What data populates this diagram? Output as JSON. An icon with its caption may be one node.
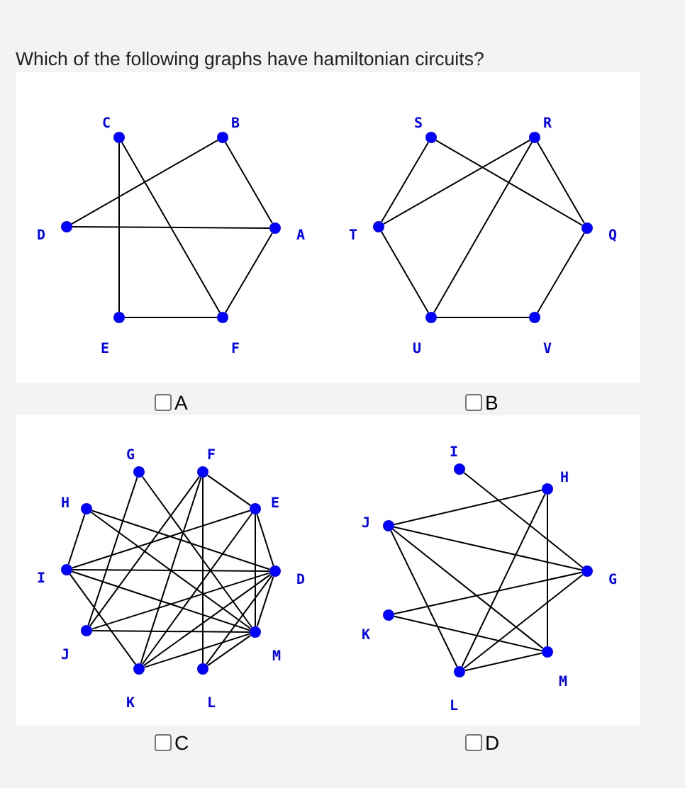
{
  "diagram": {
    "title": "Which of the following graphs have hamiltonian circuits?",
    "nodes": [
      {
        "text": [],
        "shape": "circle",
        "beside": [
          "C"
        ]
      },
      {
        "text": [],
        "shape": "circle",
        "beside": [
          "B"
        ]
      },
      {
        "text": [],
        "shape": "circle",
        "beside": [
          "D"
        ]
      },
      {
        "text": [],
        "shape": "circle",
        "beside": [
          "A"
        ]
      },
      {
        "text": [],
        "shape": "circle",
        "beside": [
          "E"
        ]
      },
      {
        "text": [],
        "shape": "circle",
        "beside": [
          "F"
        ]
      },
      {
        "text": [],
        "shape": "circle",
        "beside": [
          "S"
        ]
      },
      {
        "text": [],
        "shape": "circle",
        "beside": [
          "R"
        ]
      },
      {
        "text": [],
        "shape": "circle",
        "beside": [
          "T"
        ]
      },
      {
        "text": [],
        "shape": "circle",
        "beside": [
          "Q"
        ]
      },
      {
        "text": [],
        "shape": "circle",
        "beside": [
          "U"
        ]
      },
      {
        "text": [],
        "shape": "circle",
        "beside": [
          "V"
        ]
      },
      {
        "text": [],
        "shape": "circle",
        "beside": [
          "G"
        ]
      },
      {
        "text": [],
        "shape": "circle",
        "beside": [
          "F"
        ]
      },
      {
        "text": [],
        "shape": "circle",
        "beside": [
          "H"
        ]
      },
      {
        "text": [],
        "shape": "circle",
        "beside": [
          "E"
        ]
      },
      {
        "text": [],
        "shape": "circle",
        "beside": [
          "I"
        ]
      },
      {
        "text": [],
        "shape": "circle",
        "beside": [
          "D"
        ]
      },
      {
        "text": [],
        "shape": "circle",
        "beside": [
          "J"
        ]
      },
      {
        "text": [],
        "shape": "circle",
        "beside": [
          "M"
        ]
      },
      {
        "text": [],
        "shape": "circle",
        "beside": [
          "K"
        ]
      },
      {
        "text": [],
        "shape": "circle",
        "beside": [
          "L"
        ]
      },
      {
        "text": [],
        "shape": "circle",
        "beside": [
          "I"
        ]
      },
      {
        "text": [],
        "shape": "circle",
        "beside": [
          "H"
        ]
      },
      {
        "text": [],
        "shape": "circle",
        "beside": [
          "J"
        ]
      },
      {
        "text": [],
        "shape": "circle",
        "beside": [
          "G"
        ]
      },
      {
        "text": [],
        "shape": "circle",
        "beside": [
          "K"
        ]
      },
      {
        "text": [],
        "shape": "circle",
        "beside": [
          "M"
        ]
      },
      {
        "text": [],
        "shape": "circle",
        "beside": [
          "L"
        ]
      }
    ],
    "edges": [
      {
        "from": 0,
        "to": 4,
        "arrow": "none"
      },
      {
        "from": 0,
        "to": 5,
        "arrow": "none"
      },
      {
        "from": 1,
        "to": 2,
        "arrow": "none"
      },
      {
        "from": 1,
        "to": 3,
        "arrow": "none"
      },
      {
        "from": 2,
        "to": 3,
        "arrow": "none"
      },
      {
        "from": 3,
        "to": 5,
        "arrow": "none"
      },
      {
        "from": 4,
        "to": 5,
        "arrow": "none"
      },
      {
        "from": 6,
        "to": 8,
        "arrow": "none"
      },
      {
        "from": 6,
        "to": 9,
        "arrow": "none"
      },
      {
        "from": 7,
        "to": 8,
        "arrow": "none"
      },
      {
        "from": 7,
        "to": 10,
        "arrow": "none"
      },
      {
        "from": 7,
        "to": 9,
        "arrow": "none"
      },
      {
        "from": 8,
        "to": 10,
        "arrow": "none"
      },
      {
        "from": 10,
        "to": 11,
        "arrow": "none"
      },
      {
        "from": 11,
        "to": 9,
        "arrow": "none"
      },
      {
        "from": 12,
        "to": 18,
        "arrow": "none"
      },
      {
        "from": 12,
        "to": 19,
        "arrow": "none"
      },
      {
        "from": 13,
        "to": 15,
        "arrow": "none"
      },
      {
        "from": 13,
        "to": 21,
        "arrow": "none"
      },
      {
        "from": 13,
        "to": 18,
        "arrow": "none"
      },
      {
        "from": 13,
        "to": 20,
        "arrow": "none"
      },
      {
        "from": 14,
        "to": 16,
        "arrow": "none"
      },
      {
        "from": 14,
        "to": 17,
        "arrow": "none"
      },
      {
        "from": 14,
        "to": 19,
        "arrow": "none"
      },
      {
        "from": 15,
        "to": 17,
        "arrow": "none"
      },
      {
        "from": 15,
        "to": 19,
        "arrow": "none"
      },
      {
        "from": 15,
        "to": 16,
        "arrow": "none"
      },
      {
        "from": 15,
        "to": 20,
        "arrow": "none"
      },
      {
        "from": 16,
        "to": 17,
        "arrow": "none"
      },
      {
        "from": 16,
        "to": 20,
        "arrow": "none"
      },
      {
        "from": 16,
        "to": 19,
        "arrow": "none"
      },
      {
        "from": 17,
        "to": 19,
        "arrow": "none"
      },
      {
        "from": 17,
        "to": 18,
        "arrow": "none"
      },
      {
        "from": 17,
        "to": 20,
        "arrow": "none"
      },
      {
        "from": 17,
        "to": 21,
        "arrow": "none"
      },
      {
        "from": 18,
        "to": 19,
        "arrow": "none"
      },
      {
        "from": 19,
        "to": 20,
        "arrow": "none"
      },
      {
        "from": 19,
        "to": 21,
        "arrow": "none"
      },
      {
        "from": 22,
        "to": 25,
        "arrow": "none"
      },
      {
        "from": 23,
        "to": 24,
        "arrow": "none"
      },
      {
        "from": 23,
        "to": 27,
        "arrow": "none"
      },
      {
        "from": 23,
        "to": 28,
        "arrow": "none"
      },
      {
        "from": 24,
        "to": 25,
        "arrow": "none"
      },
      {
        "from": 24,
        "to": 27,
        "arrow": "none"
      },
      {
        "from": 24,
        "to": 28,
        "arrow": "none"
      },
      {
        "from": 26,
        "to": 25,
        "arrow": "none"
      },
      {
        "from": 26,
        "to": 27,
        "arrow": "none"
      },
      {
        "from": 25,
        "to": 28,
        "arrow": "none"
      },
      {
        "from": 28,
        "to": 27,
        "arrow": "none"
      }
    ],
    "labels": [
      "A",
      "B",
      "C",
      "D"
    ]
  }
}
